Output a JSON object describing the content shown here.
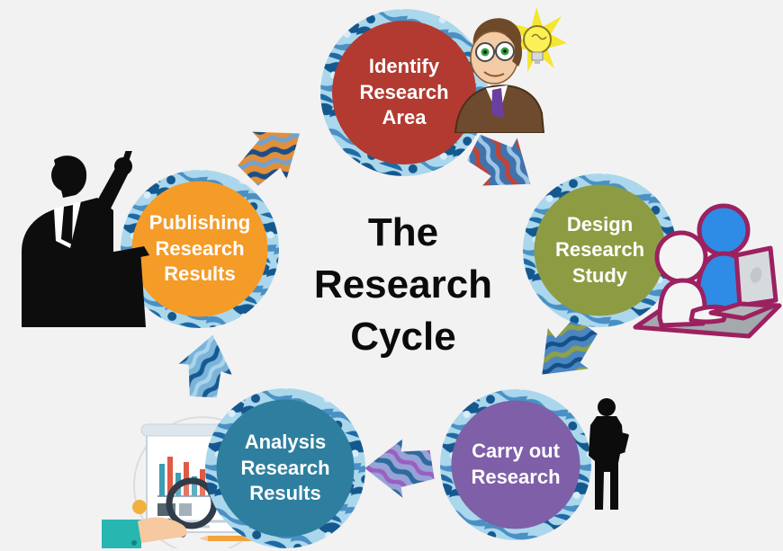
{
  "title": {
    "text": "The\nResearch\nCycle",
    "color": "#0b0b0b"
  },
  "background": "#f2f2f3",
  "nodes": [
    {
      "id": "identify-research-area",
      "label": "Identify\nResearch\nArea",
      "color": "#b23a31",
      "text_color": "#ffffff"
    },
    {
      "id": "design-research-study",
      "label": "Design\nResearch\nStudy",
      "color": "#8d9c43",
      "text_color": "#ffffff"
    },
    {
      "id": "carry-out-research",
      "label": "Carry out\nResearch",
      "color": "#7e5fa8",
      "text_color": "#ffffff"
    },
    {
      "id": "analysis-research-results",
      "label": "Analysis\nResearch\nResults",
      "color": "#2e7f9f",
      "text_color": "#ffffff"
    },
    {
      "id": "publishing-research-results",
      "label": "Publishing\nResearch\nResults",
      "color": "#f59b27",
      "text_color": "#ffffff"
    }
  ],
  "ring_palette": {
    "base": "#abd7ec",
    "dark": "#15588e",
    "mid": "#4a90c4",
    "light": "#d8edf8"
  },
  "arrows": [
    {
      "id": "publishing-to-identify",
      "palette": [
        "#e08f3c",
        "#1c4e86",
        "#6fa3d2"
      ]
    },
    {
      "id": "identify-to-design",
      "palette": [
        "#3f73ae",
        "#bf4438",
        "#9fc4e4"
      ]
    },
    {
      "id": "design-to-carry-out",
      "palette": [
        "#4b86c0",
        "#8ea04a",
        "#14508a"
      ]
    },
    {
      "id": "carry-out-to-analysis",
      "palette": [
        "#97a2d6",
        "#2c6b9d",
        "#9a5fc0"
      ]
    },
    {
      "id": "analysis-to-publishing",
      "palette": [
        "#7cb3d8",
        "#155a91",
        "#a8d4ec"
      ]
    }
  ],
  "illustrations": [
    {
      "name": "idea-man-illustration"
    },
    {
      "name": "lightbulb-icon"
    },
    {
      "name": "researchers-at-laptop-illustration"
    },
    {
      "name": "standing-researcher-silhouette"
    },
    {
      "name": "data-analysis-illustration"
    },
    {
      "name": "presenter-at-podium-silhouette"
    }
  ]
}
